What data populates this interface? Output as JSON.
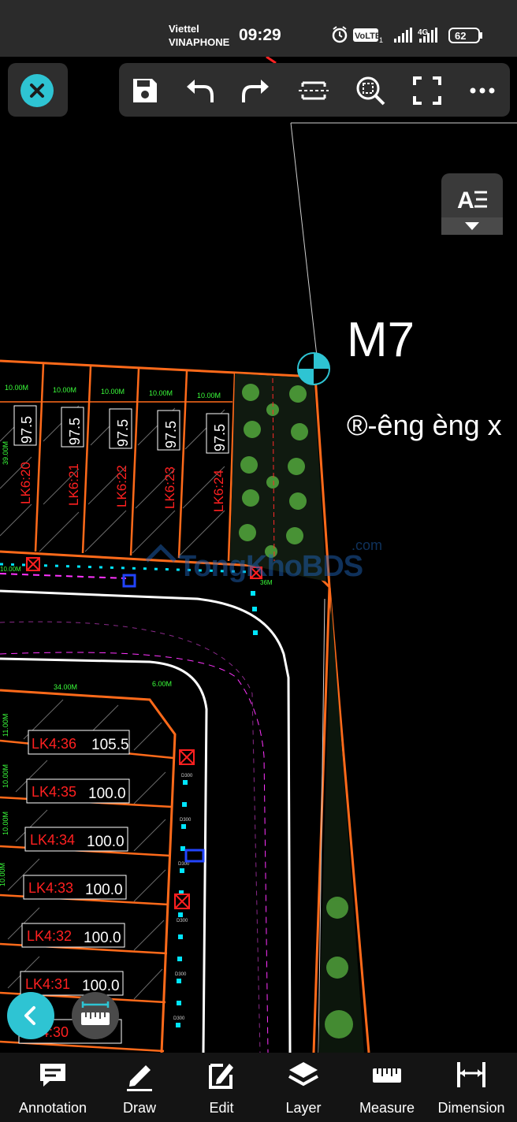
{
  "status_bar": {
    "carrier_1": "Viettel",
    "carrier_2": "VINAPHONE",
    "time": "09:29",
    "volte": "VoLTE",
    "volte_sub": "1",
    "net_type": "4G",
    "battery": "62"
  },
  "toolbar": {
    "icons": [
      "save-icon",
      "undo-icon",
      "redo-icon",
      "fit-width-icon",
      "zoom-window-icon",
      "fullscreen-icon",
      "more-icon"
    ]
  },
  "drawing": {
    "block_label": "M7",
    "road_label": "®-êng èng x",
    "lot_width": "10.00M",
    "lk6": [
      {
        "id": "LK6:20",
        "area": "97.5"
      },
      {
        "id": "LK6:21",
        "area": "97.5"
      },
      {
        "id": "LK6:22",
        "area": "97.5"
      },
      {
        "id": "LK6:23",
        "area": "97.5"
      },
      {
        "id": "LK6:24",
        "area": "97.5"
      }
    ],
    "lk4": [
      {
        "id": "LK4:36",
        "area": "105.5"
      },
      {
        "id": "LK4:35",
        "area": "100.0"
      },
      {
        "id": "LK4:34",
        "area": "100.0"
      },
      {
        "id": "LK4:33",
        "area": "100.0"
      },
      {
        "id": "LK4:32",
        "area": "100.0"
      },
      {
        "id": "LK4:31",
        "area": "100.0"
      },
      {
        "id": "LK4:30",
        "area": ""
      }
    ],
    "dim_34": "34.00M",
    "dim_6": "6.00M",
    "dim_39": "39.00M",
    "dim_11": "11.00M",
    "dim_10": "10.00M",
    "pipe_label": "D300",
    "pipe_len": "36M"
  },
  "watermark": {
    "brand": "TongKhoBDS",
    "suffix": ".com"
  },
  "bottom_bar": {
    "annotation": "Annotation",
    "draw": "Draw",
    "edit": "Edit",
    "layer": "Layer",
    "measure": "Measure",
    "dimension": "Dimension"
  },
  "colors": {
    "accent": "#2ec4d3",
    "lot_border": "#ff6a1a",
    "lot_text": "#ff2020",
    "dim": "#3bff3b",
    "pipe": "#00e5ff"
  }
}
